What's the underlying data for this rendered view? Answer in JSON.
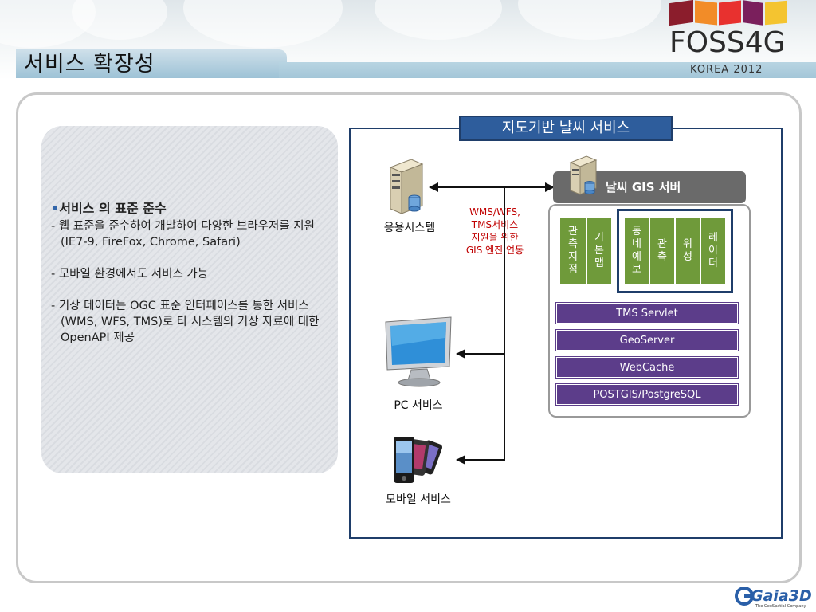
{
  "header": {
    "title": "서비스 확장성",
    "logo_main": "FOSS4G",
    "logo_sub": "KOREA 2012",
    "logo_colors": [
      "#8b1d2c",
      "#f28c28",
      "#e8312f",
      "#7a1f5c",
      "#f4c430"
    ]
  },
  "left_panel": {
    "bullet_head": "서비스 의 표준 준수",
    "items": [
      "- 웹 표준을 준수하여 개발하여 다양한 브라우저를 지원(IE7-9, FireFox, Chrome, Safari)",
      "- 모바일 환경에서도 서비스 가능",
      "- 기상 데이터는 OGC 표준 인터페이스를 통한 서비스(WMS, WFS, TMS)로 타 시스템의 기상 자료에 대한  OpenAPI 제공"
    ]
  },
  "diagram": {
    "title": "지도기반 날씨 서비스",
    "app_system": "응용시스템",
    "pc_service": "PC 서비스",
    "mobile_service": "모바일 서비스",
    "red_note": [
      "WMS/WFS,",
      "TMS서비스",
      "지원을 위한",
      "GIS 엔진 연동"
    ],
    "gis_server": "날씨 GIS 서버",
    "green_cells": [
      {
        "id": "obs-point",
        "text": [
          "관",
          "측",
          "지",
          "점"
        ]
      },
      {
        "id": "base-map",
        "text": [
          "기",
          "본",
          "맵"
        ]
      },
      {
        "id": "village-forecast",
        "text": [
          "동",
          "네",
          "예",
          "보"
        ]
      },
      {
        "id": "observation",
        "text": [
          "관",
          "측"
        ]
      },
      {
        "id": "satellite",
        "text": [
          "위",
          "성"
        ]
      },
      {
        "id": "radar",
        "text": [
          "레",
          "이",
          "더"
        ]
      }
    ],
    "stack": [
      "TMS Servlet",
      "GeoServer",
      "WebCache",
      "POSTGIS/PostgreSQL"
    ],
    "colors": {
      "frame": "#1f3e6a",
      "title_fill": "#2e5d9c",
      "green": "#6f9a3a",
      "purple": "#5c3d8a",
      "red_note": "#c00000"
    }
  },
  "footer": {
    "logo": "Gaia3D",
    "logo_tagline": "The GeoSpatial Company"
  }
}
